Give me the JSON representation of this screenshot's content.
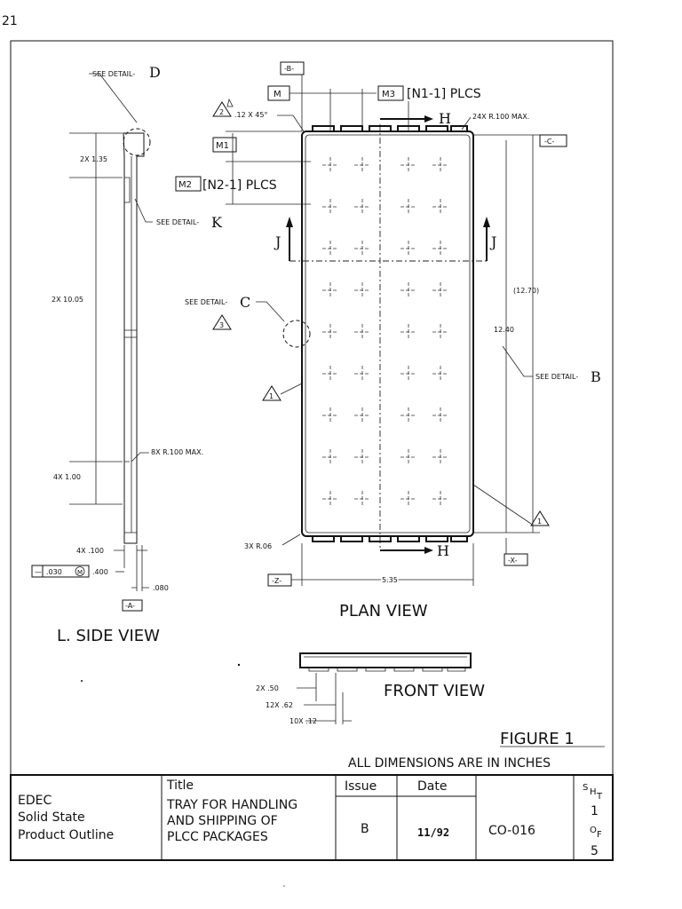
{
  "corner_mark": "21",
  "views": {
    "side_view_label": "L. SIDE VIEW",
    "plan_view_label": "PLAN VIEW",
    "front_view_label": "FRONT VIEW"
  },
  "callouts": {
    "see_detail_d": "SEE DETAIL-",
    "detail_d_letter": "D",
    "see_detail_k": "SEE DETAIL-",
    "detail_k_letter": "K",
    "see_detail_c": "SEE DETAIL-",
    "detail_c_letter": "C",
    "see_detail_b": "SEE DETAIL-",
    "detail_b_letter": "B"
  },
  "datums": {
    "b": "-B-",
    "c": "-C-",
    "x": "-X-",
    "z": "-Z-",
    "a": "-A-",
    "m": "M",
    "m1": "M1",
    "m2": "M2",
    "m3": "M3"
  },
  "notes": {
    "m3_plcs": "[N1-1] PLCS",
    "m2_plcs": "[N2-1] PLCS",
    "chamfer": ".12 X 45°",
    "corner_radius_top": "24X R.100 MAX.",
    "side_radius": "8X R.100 MAX.",
    "corner_3x": "3X R.06",
    "section_h": "H",
    "section_j": "J",
    "flag_1": "1",
    "flag_2": "2",
    "flag_3": "3",
    "tol_frame": ".030",
    "tol_frame_m": "M",
    "tol_400": ".400"
  },
  "dimensions": {
    "side_2x135": "2X 1.35",
    "side_2x1005": "2X 10.05",
    "side_4x100": "4X 1.00",
    "side_4x_100": "4X .100",
    "side_080": ".080",
    "plan_1270": "(12.70)",
    "plan_1240": "12.40",
    "plan_535": "5.35",
    "front_2x50": "2X .50",
    "front_12x62": "12X .62",
    "front_10x12": "10X .12"
  },
  "figure": {
    "title": "FIGURE 1",
    "units_note": "ALL DIMENSIONS ARE IN INCHES"
  },
  "title_block": {
    "org_line1": "EDEC",
    "org_line2": "Solid State",
    "org_line3": "Product Outline",
    "title_label": "Title",
    "title_line1": "TRAY FOR HANDLING",
    "title_line2": "AND SHIPPING OF",
    "title_line3": "PLCC PACKAGES",
    "issue_label": "Issue",
    "issue_value": "B",
    "date_label": "Date",
    "date_value": "11/92",
    "doc_number": "CO-016",
    "sheet_s": "S",
    "sheet_h": "H",
    "sheet_t": "T",
    "sheet_num": "1",
    "sheet_o": "O",
    "sheet_f": "F",
    "sheet_total": "5"
  }
}
